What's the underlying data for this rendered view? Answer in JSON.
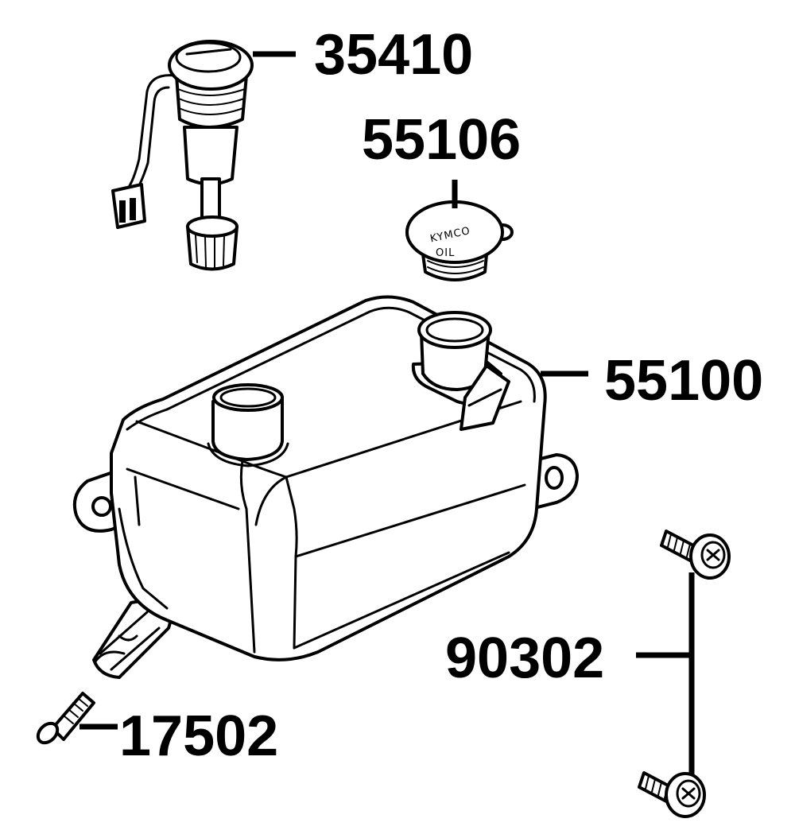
{
  "parts": [
    {
      "id": "level-sensor",
      "number": "35410"
    },
    {
      "id": "filler-cap",
      "number": "55106",
      "cap_brand": "KYMCO",
      "cap_marking": "OIL"
    },
    {
      "id": "oil-tank",
      "number": "55100"
    },
    {
      "id": "screw",
      "number": "90302"
    },
    {
      "id": "bolt",
      "number": "17502"
    }
  ],
  "colors": {
    "line": "#000000",
    "background": "#ffffff"
  }
}
